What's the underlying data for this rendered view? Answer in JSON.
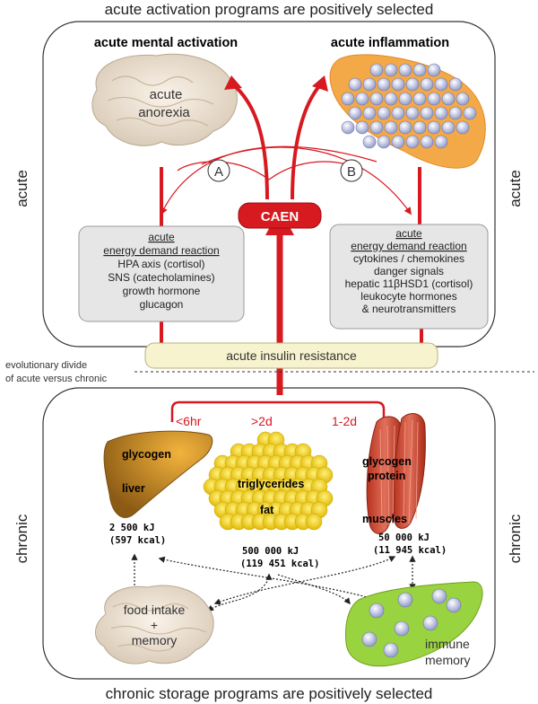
{
  "captions": {
    "top": "acute activation programs are positively selected",
    "bottom": "chronic storage programs are positively selected"
  },
  "side_labels": {
    "acute_left": "acute",
    "acute_right": "acute",
    "chronic_left": "chronic",
    "chronic_right": "chronic"
  },
  "acute": {
    "mental_title": "acute mental activation",
    "inflammation_title": "acute inflammation",
    "brain_text": [
      "acute",
      "anorexia"
    ],
    "circle_a": "A",
    "circle_b": "B",
    "caen": "CAEN",
    "left_box": {
      "header": [
        "acute",
        "energy demand reaction"
      ],
      "lines": [
        "HPA axis (cortisol)",
        "SNS (catecholamines)",
        "growth hormone",
        "glucagon"
      ]
    },
    "right_box": {
      "header": [
        "acute",
        "energy demand reaction"
      ],
      "lines": [
        "cytokines / chemokines",
        "danger signals",
        "hepatic 11βHSD1 (cortisol)",
        "leukocyte hormones",
        "& neurotransmitters"
      ]
    },
    "insulin_resistance": "acute insulin resistance"
  },
  "divide": {
    "line1": "evolutionary divide",
    "line2": "of acute versus chronic"
  },
  "chronic": {
    "times": {
      "liver": "<6hr",
      "fat": ">2d",
      "muscle": "1-2d"
    },
    "liver": {
      "label1": "glycogen",
      "label2": "liver",
      "energy1": "2 500 kJ",
      "energy2": "(597 kcal)"
    },
    "fat": {
      "label1": "triglycerides",
      "label2": "fat",
      "energy1": "500 000 kJ",
      "energy2": "(119 451 kcal)"
    },
    "muscle": {
      "label1": "glycogen",
      "label2": "protein",
      "label3": "muscles",
      "energy1": "50 000 kJ",
      "energy2": "(11 945 kcal)"
    },
    "food": [
      "food intake",
      "+",
      "memory"
    ],
    "immune": [
      "immune",
      "memory"
    ]
  },
  "colors": {
    "arrow_red": "#d71920",
    "acute_box_fill": "#e6e6e6",
    "insulin_fill": "#f7f3cf",
    "liver": "#c98a22",
    "fat": "#f5d60c",
    "muscle": "#c8402c",
    "immune": "#9ad340",
    "inflammation": "#f4a948"
  }
}
